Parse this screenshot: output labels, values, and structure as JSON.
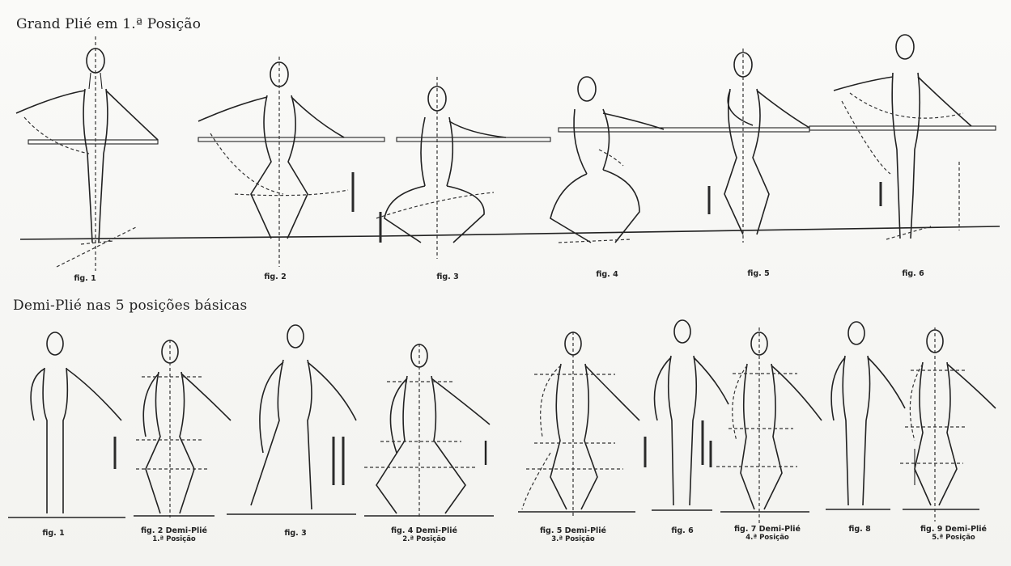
{
  "section_top": {
    "title": "Grand Plié em 1.ª Posição",
    "captions": [
      {
        "label": "fig. 1"
      },
      {
        "label": "fig. 2"
      },
      {
        "label": "fig. 3"
      },
      {
        "label": "fig. 4"
      },
      {
        "label": "fig. 5"
      },
      {
        "label": "fig. 6"
      }
    ]
  },
  "section_bottom": {
    "title": "Demi-Plié nas 5 posições básicas",
    "captions": [
      {
        "label": "fig. 1",
        "sub": ""
      },
      {
        "label": "fig. 2 Demi-Plié",
        "sub": "1.ª Posição"
      },
      {
        "label": "fig. 3",
        "sub": ""
      },
      {
        "label": "fig. 4 Demi-Plié",
        "sub": "2.ª Posição"
      },
      {
        "label": "fig. 5 Demi-Plié",
        "sub": "3.ª Posição"
      },
      {
        "label": "fig. 6",
        "sub": ""
      },
      {
        "label": "fig. 7 Demi-Plié",
        "sub": "4.ª Posição"
      },
      {
        "label": "fig. 8",
        "sub": ""
      },
      {
        "label": "fig. 9 Demi-Plié",
        "sub": "5.ª Posição"
      }
    ]
  }
}
